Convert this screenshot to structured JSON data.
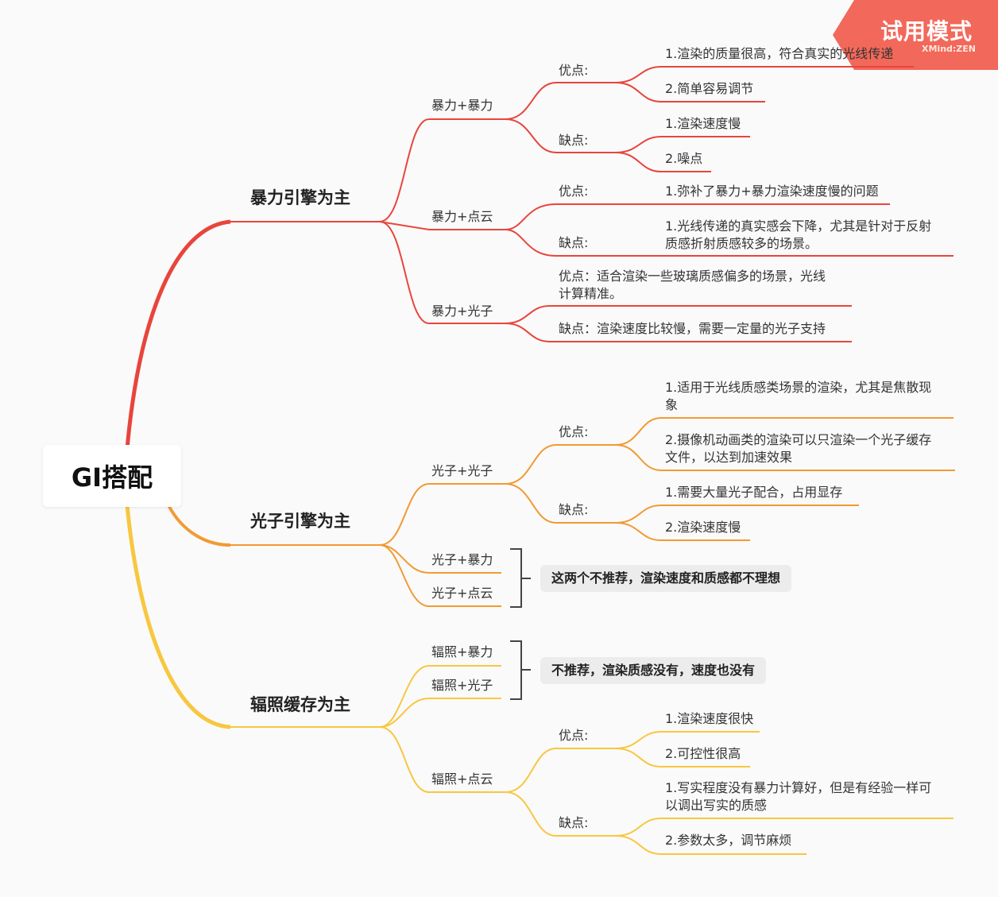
{
  "root": "GI搭配",
  "colors": {
    "red": "#e8453c",
    "orange": "#f29a32",
    "yellow": "#f7c740",
    "bracket": "#444444",
    "watermark": "#f2685a"
  },
  "watermark": {
    "title": "试用模式",
    "subtitle": "XMind:ZEN"
  },
  "branches": {
    "brute": {
      "label": "暴力引擎为主",
      "bb": {
        "label": "暴力+暴力",
        "pros_label": "优点:",
        "pros": [
          "1.渲染的质量很高，符合真实的光线传递",
          "2.简单容易调节"
        ],
        "cons_label": "缺点:",
        "cons": [
          "1.渲染速度慢",
          "2.噪点"
        ]
      },
      "bpc": {
        "label": "暴力+点云",
        "pros_label": "优点:",
        "pros": [
          "1.弥补了暴力+暴力渲染速度慢的问题"
        ],
        "cons_label": "缺点:",
        "cons": [
          "1.光线传递的真实感会下降，尤其是针对于反射",
          "质感折射质感较多的场景。"
        ]
      },
      "bp": {
        "label": "暴力+光子",
        "pros": [
          "优点：适合渲染一些玻璃质感偏多的场景，光线",
          "计算精准。"
        ],
        "cons": "缺点：渲染速度比较慢，需要一定量的光子支持"
      }
    },
    "photon": {
      "label": "光子引擎为主",
      "pp": {
        "label": "光子+光子",
        "pros_label": "优点:",
        "pros1": [
          "1.适用于光线质感类场景的渲染，尤其是焦散现",
          "象"
        ],
        "pros2": [
          "2.摄像机动画类的渲染可以只渲染一个光子缓存",
          "文件，以达到加速效果"
        ],
        "cons_label": "缺点:",
        "cons": [
          "1.需要大量光子配合，占用显存",
          "2.渲染速度慢"
        ]
      },
      "pb": {
        "label": "光子+暴力"
      },
      "ppc": {
        "label": "光子+点云"
      },
      "summary": "这两个不推荐，渲染速度和质感都不理想"
    },
    "irr": {
      "label": "辐照缓存为主",
      "ib": {
        "label": "辐照+暴力"
      },
      "ip": {
        "label": "辐照+光子"
      },
      "summary": "不推荐，渲染质感没有，速度也没有",
      "ipc": {
        "label": "辐照+点云",
        "pros_label": "优点:",
        "pros": [
          "1.渲染速度很快",
          "2.可控性很高"
        ],
        "cons_label": "缺点:",
        "cons1": [
          "1.写实程度没有暴力计算好，但是有经验一样可",
          "以调出写实的质感"
        ],
        "cons2": "2.参数太多，调节麻烦"
      }
    }
  }
}
